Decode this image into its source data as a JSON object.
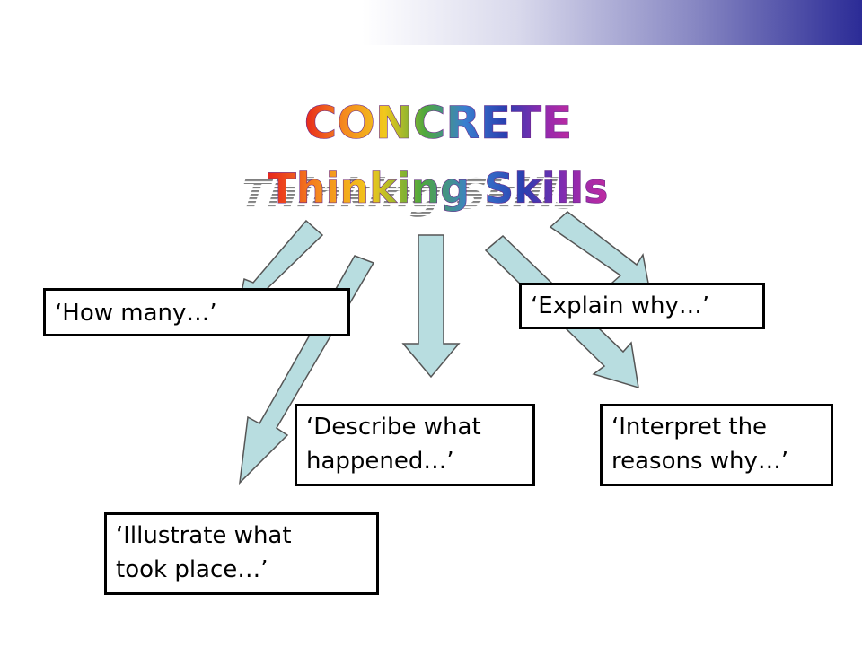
{
  "title": {
    "line1": "CONCRETE",
    "line2": "Thinking Skills",
    "colors": [
      "#e8261c",
      "#f58a1f",
      "#f2c81c",
      "#4fa83d",
      "#3a7fd0",
      "#2a3fb0",
      "#8a2ab0",
      "#c02aa0"
    ]
  },
  "arrow_color": "#b8dde0",
  "boxes": {
    "how_many": "‘How many…’",
    "explain_why": "‘Explain why…’",
    "describe_line1": "‘Describe what",
    "describe_line2": "happened…’",
    "interpret_line1": "‘Interpret the",
    "interpret_line2": "reasons why…’",
    "illustrate_line1": "‘Illustrate what",
    "illustrate_line2": "took place…’"
  }
}
